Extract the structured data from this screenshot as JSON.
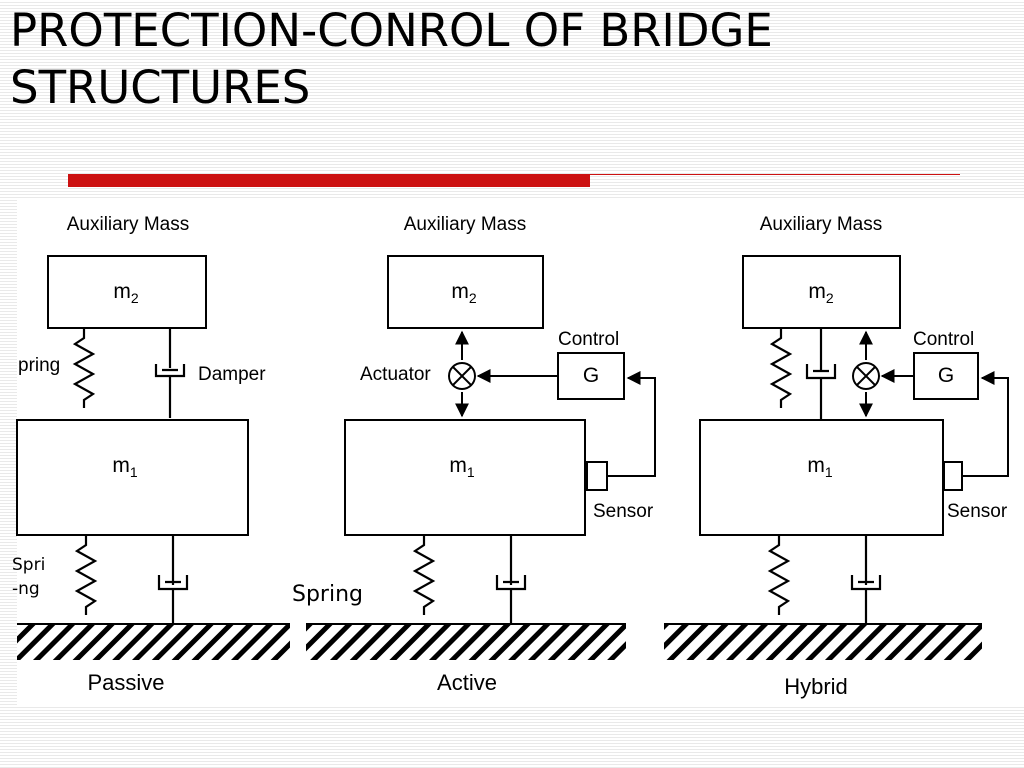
{
  "slide": {
    "title_line1": "PROTECTION-CONROL OF BRIDGE",
    "title_line2": "STRUCTURES"
  },
  "diagram": {
    "passive": {
      "aux_label": "Auxiliary Mass",
      "m2": "m2",
      "m1": "m1",
      "spring_upper_label": "pring",
      "damper_label": "Damper",
      "spring_lower_line1": "Spri",
      "spring_lower_line2": "-ng",
      "caption": "Passive"
    },
    "active": {
      "aux_label": "Auxiliary Mass",
      "m2": "m2",
      "m1": "m1",
      "actuator_label": "Actuator",
      "control_label": "Control",
      "g_label": "G",
      "sensor_label": "Sensor",
      "spring_label": "Spring",
      "caption": "Active"
    },
    "hybrid": {
      "aux_label": "Auxiliary Mass",
      "m2": "m2",
      "m1": "m1",
      "control_label": "Control",
      "g_label": "G",
      "sensor_label": "Sensor",
      "caption": "Hybrid"
    }
  }
}
